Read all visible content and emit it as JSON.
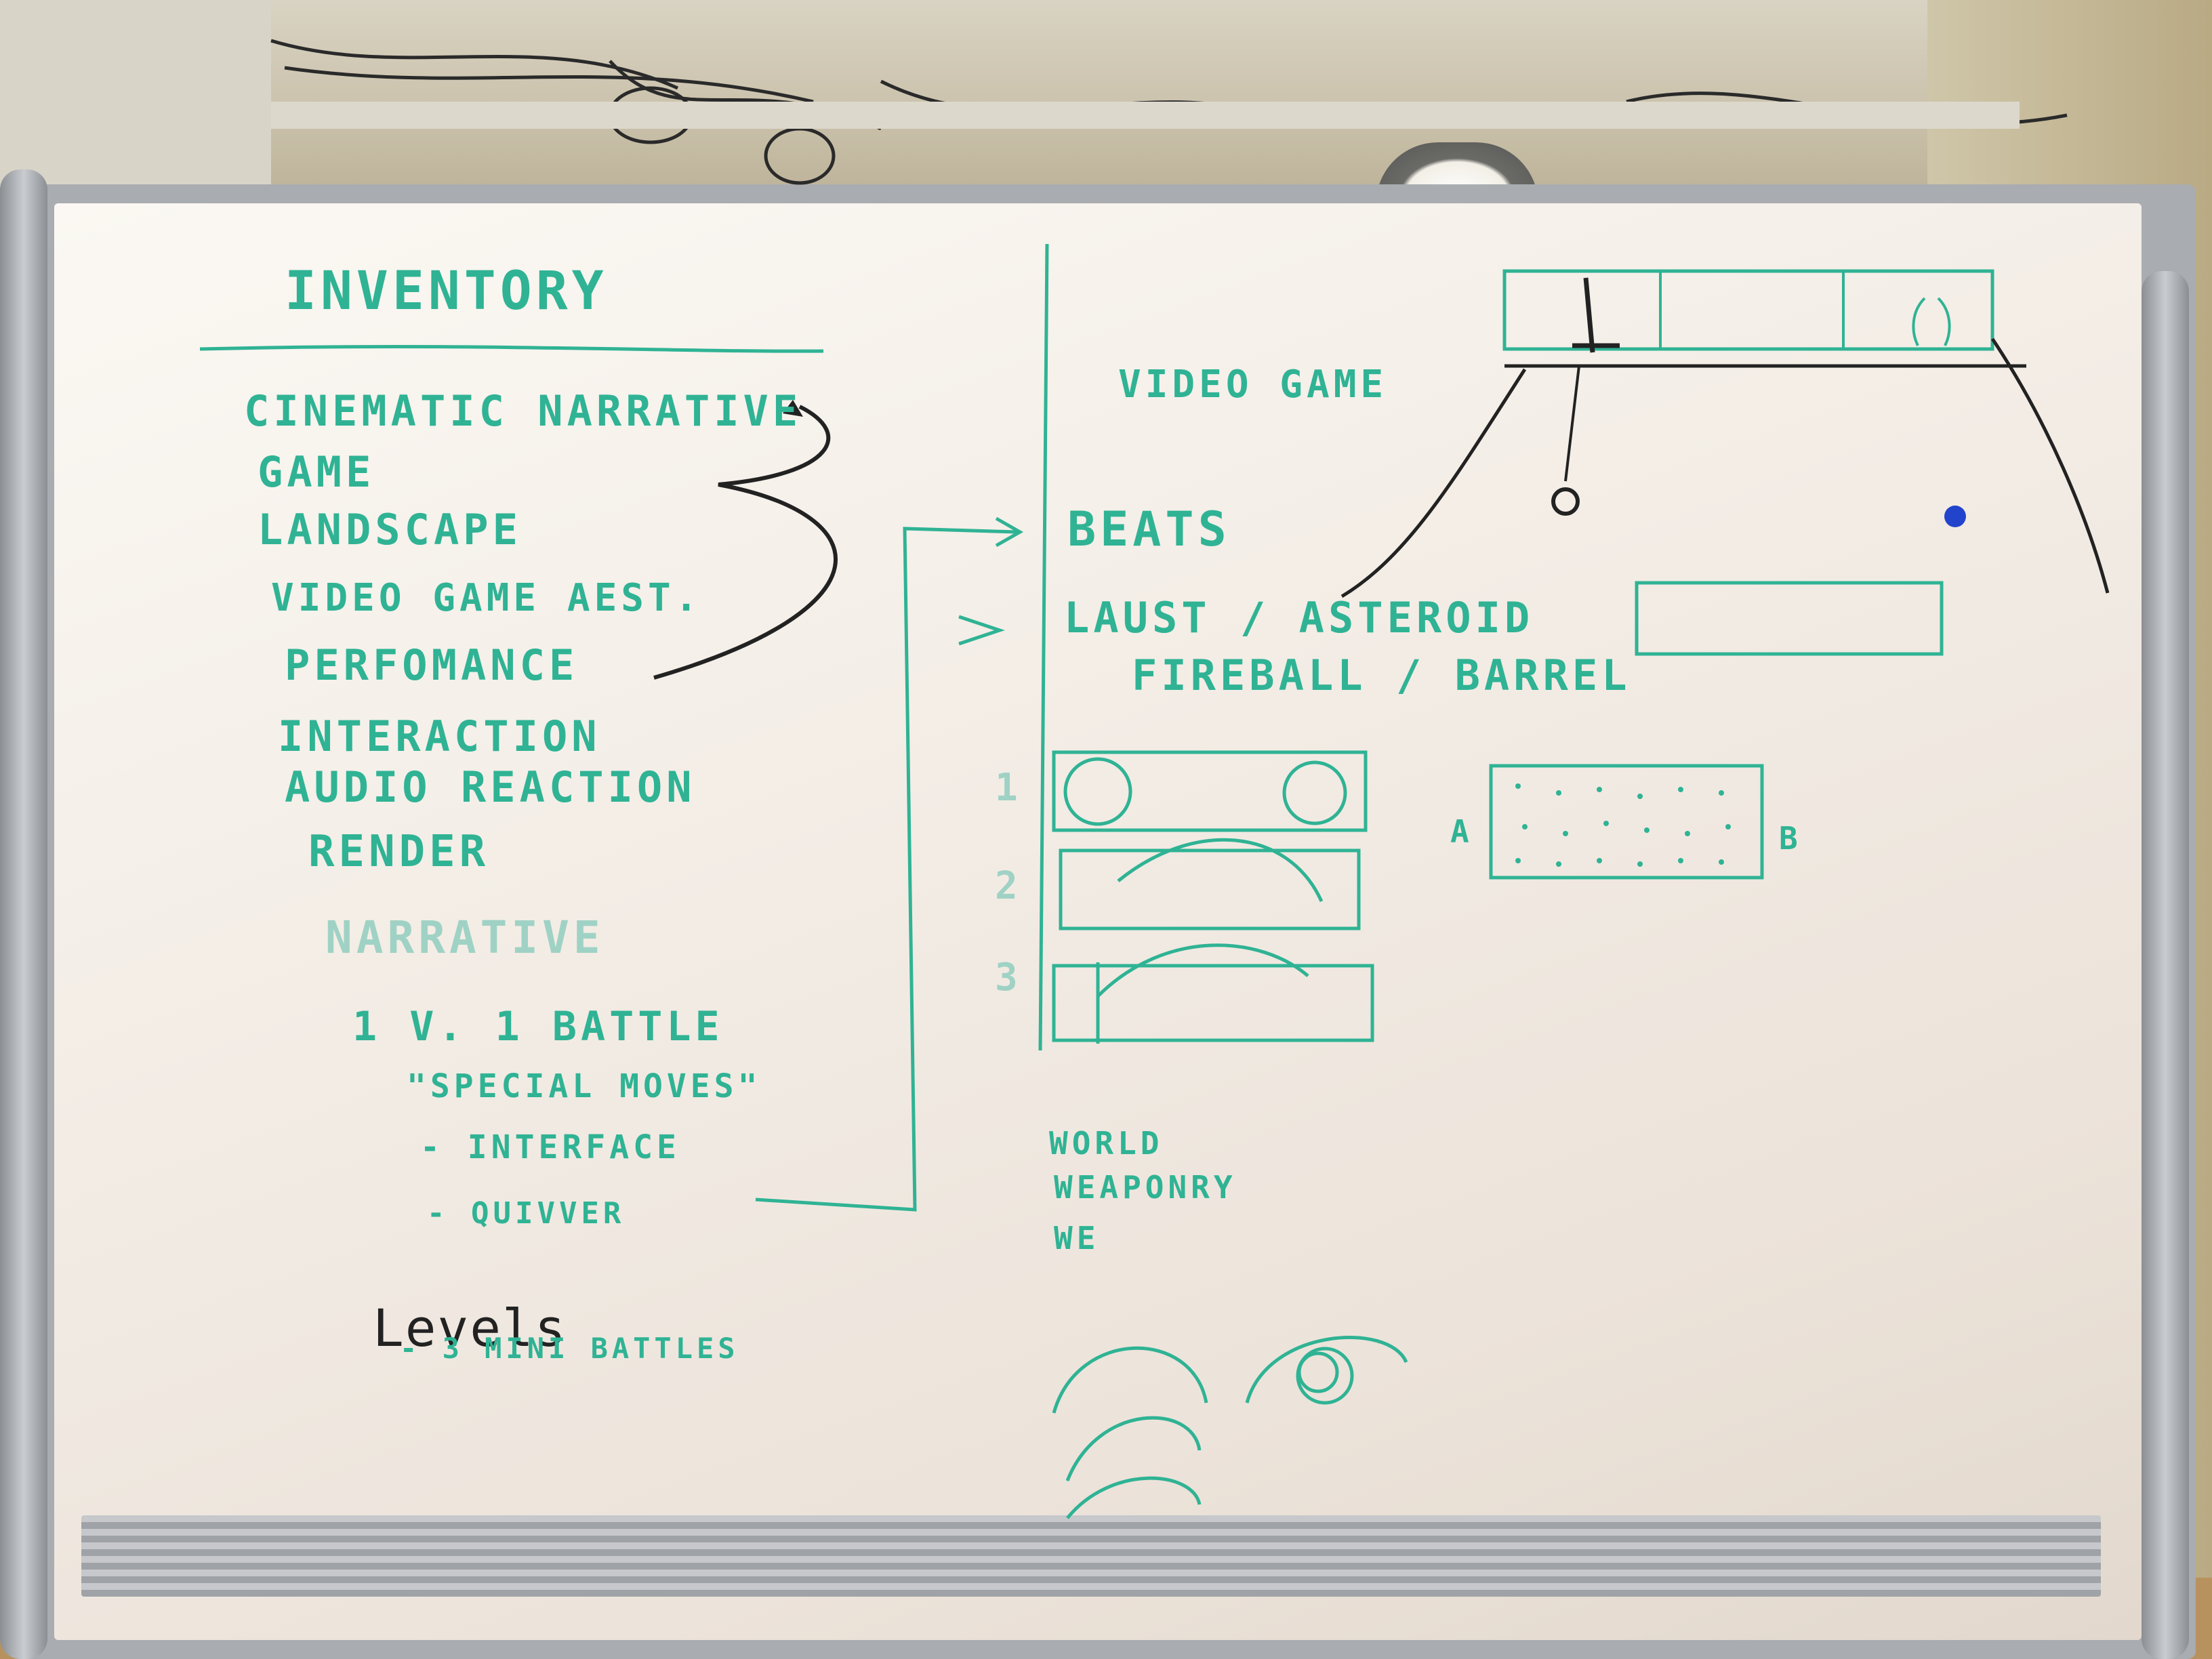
{
  "board": {
    "left_title": "INVENTORY",
    "inventory_items": [
      "CINEMATIC NARRATIVE",
      "GAME",
      "LANDSCAPE",
      "VIDEO GAME AEST.",
      "PERFOMANCE",
      "INTERACTION",
      "AUDIO REACTION",
      "RENDER"
    ],
    "faded_word": "NARRATIVE",
    "battle": {
      "heading": "1 v. 1 BATTLE",
      "lines": [
        "\"SPECIAL MOVES\"",
        "- INTERFACE",
        "- QUIVVER"
      ]
    },
    "levels": {
      "heading": "Levels",
      "sub": "- 3 MINI BATTLES"
    },
    "right_title": "VIDEO GAME",
    "beats": "BEATS",
    "ideas": [
      "LAUST / ASTEROID",
      "FIREBALL / BARREL"
    ],
    "steps": [
      "1",
      "2",
      "3"
    ],
    "letters": [
      "A",
      "B"
    ],
    "world_list": [
      "WORLD",
      "WEAPONRY",
      "WE"
    ]
  },
  "colors": {
    "marker_teal": "#2fb394",
    "marker_black": "#222222",
    "board_white": "#f7f3ee"
  }
}
